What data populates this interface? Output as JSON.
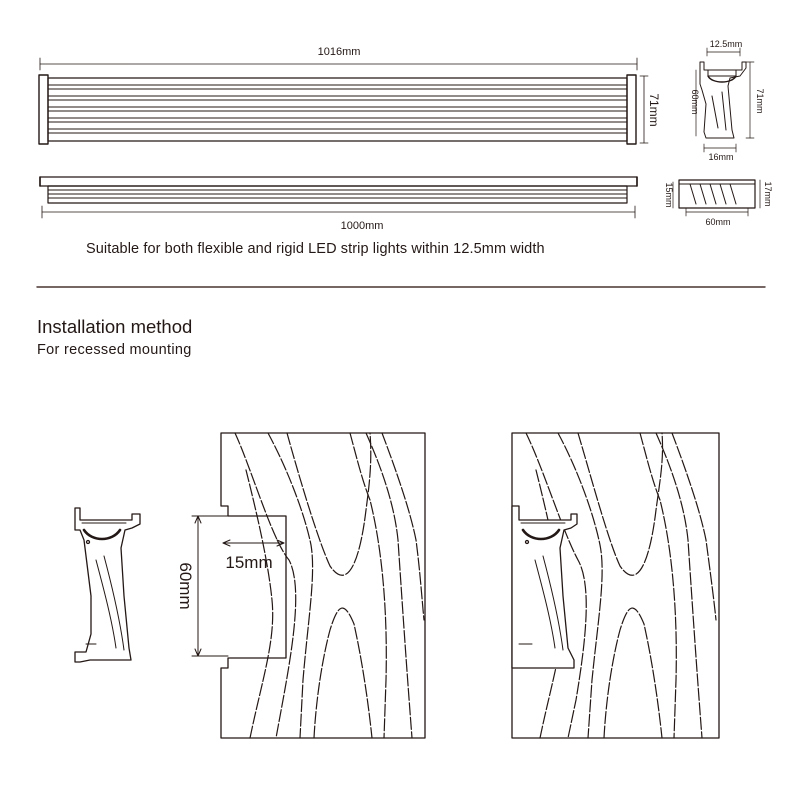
{
  "page": {
    "background": "#ffffff",
    "ink": "#231815"
  },
  "dimensions": {
    "total_length": "1016mm",
    "inner_length": "1000mm",
    "height_side": "71mm",
    "profile_top_width": "12.5mm",
    "profile_left_height": "60mm",
    "profile_right_height": "71mm",
    "profile_base_width": "16mm",
    "endcap_depth_left": "15mm",
    "endcap_depth_right": "17mm",
    "endcap_width": "60mm"
  },
  "note": "Suitable for both flexible and rigid LED strip lights within 12.5mm width",
  "installation": {
    "title": "Installation method",
    "subtitle": "For recessed mounting",
    "cut_depth": "15mm",
    "cut_height": "60mm"
  }
}
